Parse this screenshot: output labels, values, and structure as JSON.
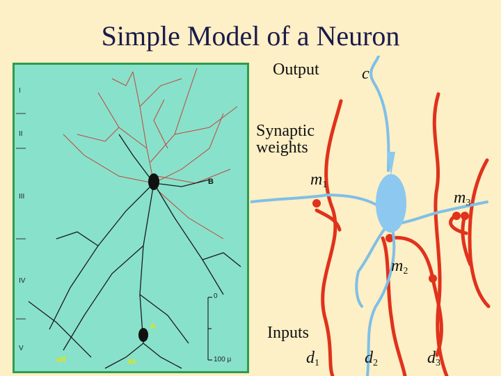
{
  "title": "Simple Model of a Neuron",
  "labels": {
    "output": "Output",
    "synaptic_weights": "Synaptic weights",
    "inputs": "Inputs"
  },
  "symbols": {
    "c": "c",
    "m1": {
      "base": "m",
      "sub": "1"
    },
    "m2": {
      "base": "m",
      "sub": "2"
    },
    "m3": {
      "base": "m",
      "sub": "3"
    },
    "d1": {
      "base": "d",
      "sub": "1"
    },
    "d2": {
      "base": "d",
      "sub": "2"
    },
    "d3": {
      "base": "d",
      "sub": "3"
    }
  },
  "micrograph": {
    "layer_labels": [
      "I",
      "II",
      "III",
      "IV",
      "V"
    ],
    "cell_labels": {
      "a": "A",
      "b": "B",
      "aff": "aff",
      "ax": "ax"
    },
    "scale_labels": {
      "zero": "0",
      "hundred": "100 μ"
    }
  },
  "colors": {
    "background": "#fdefc6",
    "micrograph_bg": "#88e1cb",
    "micrograph_border": "#2f9b4c",
    "input_axon": "#e0321c",
    "dendrite": "#7ec0e6",
    "cell_body": "#8cc8f0"
  }
}
